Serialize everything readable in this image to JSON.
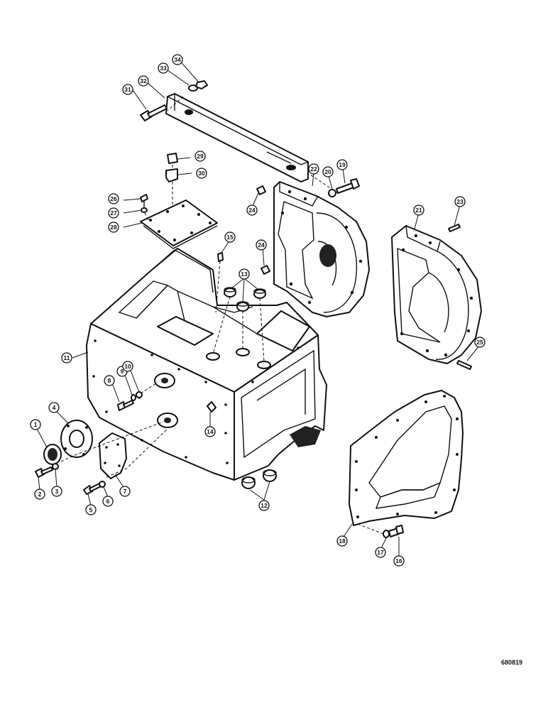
{
  "figure_number": "680819",
  "callouts": [
    {
      "id": "c1",
      "label": "1"
    },
    {
      "id": "c2",
      "label": "2"
    },
    {
      "id": "c3",
      "label": "3"
    },
    {
      "id": "c4",
      "label": "4"
    },
    {
      "id": "c5",
      "label": "5"
    },
    {
      "id": "c6",
      "label": "6"
    },
    {
      "id": "c7",
      "label": "7"
    },
    {
      "id": "c8",
      "label": "8"
    },
    {
      "id": "c9",
      "label": "9"
    },
    {
      "id": "c10",
      "label": "10"
    },
    {
      "id": "c11",
      "label": "11"
    },
    {
      "id": "c12",
      "label": "12"
    },
    {
      "id": "c13",
      "label": "13"
    },
    {
      "id": "c14",
      "label": "14"
    },
    {
      "id": "c15",
      "label": "15"
    },
    {
      "id": "c16",
      "label": "16"
    },
    {
      "id": "c17",
      "label": "17"
    },
    {
      "id": "c18",
      "label": "18"
    },
    {
      "id": "c19",
      "label": "19"
    },
    {
      "id": "c20",
      "label": "20"
    },
    {
      "id": "c21",
      "label": "21"
    },
    {
      "id": "c22",
      "label": "22"
    },
    {
      "id": "c23",
      "label": "23"
    },
    {
      "id": "c24a",
      "label": "24"
    },
    {
      "id": "c24b",
      "label": "24"
    },
    {
      "id": "c25",
      "label": "25"
    },
    {
      "id": "c26",
      "label": "26"
    },
    {
      "id": "c27",
      "label": "27"
    },
    {
      "id": "c28",
      "label": "28"
    },
    {
      "id": "c29",
      "label": "29"
    },
    {
      "id": "c30",
      "label": "30"
    },
    {
      "id": "c31",
      "label": "31"
    },
    {
      "id": "c32",
      "label": "32"
    },
    {
      "id": "c33",
      "label": "33"
    },
    {
      "id": "c34",
      "label": "34"
    }
  ]
}
